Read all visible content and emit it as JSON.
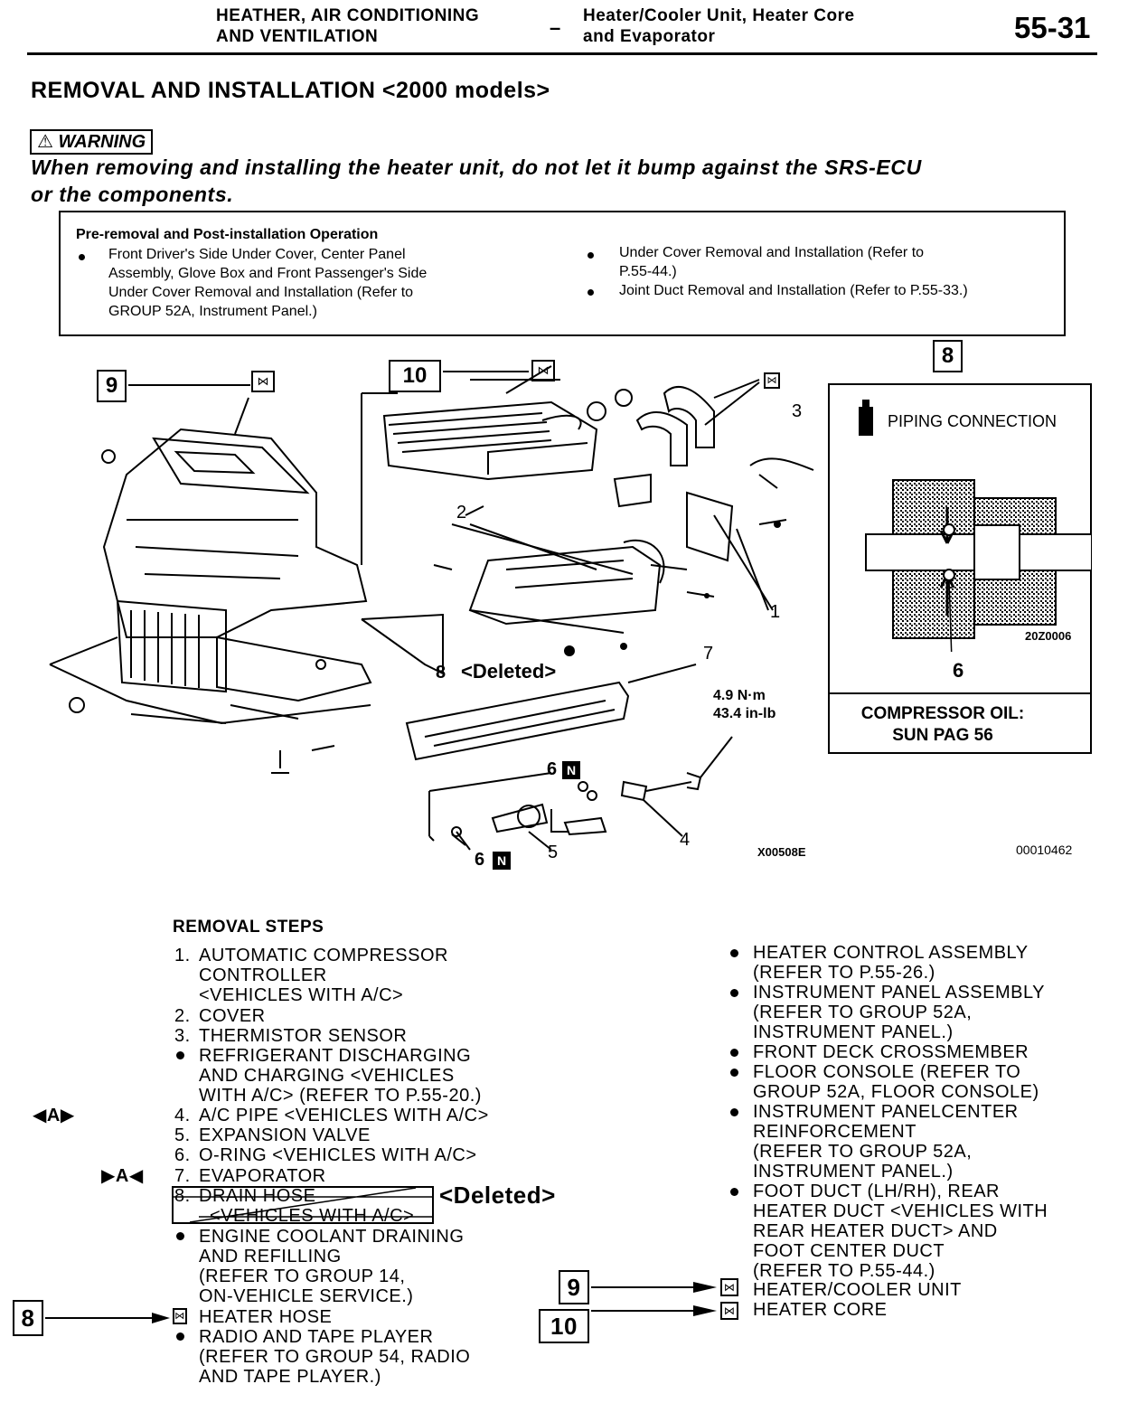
{
  "header": {
    "section_line1": "HEATHER, AIR CONDITIONING",
    "section_line2": "AND VENTILATION",
    "dash": "–",
    "topic_line1": "Heater/Cooler Unit, Heater Core",
    "topic_line2": "and Evaporator",
    "page_number": "55-31"
  },
  "title": "REMOVAL AND INSTALLATION <2000 models>",
  "warning": {
    "label": "WARNING",
    "text_line1": "When removing and installing the heater unit, do not let it bump against the SRS-ECU",
    "text_line2": "or the components."
  },
  "operation": {
    "title": "Pre-removal and Post-installation Operation",
    "left_lines": [
      "Front Driver's Side Under Cover, Center Panel",
      "Assembly, Glove Box and Front Passenger's Side",
      "Under Cover Removal and Installation (Refer to",
      "GROUP 52A, Instrument Panel.)"
    ],
    "right_item1_lines": [
      "Under Cover Removal and Installation (Refer to",
      "P.55-44.)"
    ],
    "right_item2": "Joint Duct Removal and Installation (Refer to P.55-33.)"
  },
  "diagram": {
    "callouts": [
      "9",
      "10",
      "8"
    ],
    "part_numbers": [
      "1",
      "2",
      "3",
      "4",
      "5",
      "6",
      "7"
    ],
    "deleted_note": "<Deleted>",
    "torque_line1": "4.9 N·m",
    "torque_line2": "43.4 in-lb",
    "n_mark": "N",
    "six": "6",
    "eight": "8",
    "fig_code": "X00508E",
    "fig_number": "00010462"
  },
  "inset": {
    "title": "PIPING CONNECTION",
    "code": "20Z0006",
    "number": "6",
    "oil_line1": "COMPRESSOR OIL:",
    "oil_line2": "SUN PAG 56"
  },
  "steps": {
    "heading": "REMOVAL STEPS",
    "left": [
      {
        "marker": "1.",
        "lines": [
          "AUTOMATIC COMPRESSOR",
          "CONTROLLER",
          "<VEHICLES WITH A/C>"
        ]
      },
      {
        "marker": "2.",
        "lines": [
          "COVER"
        ]
      },
      {
        "marker": "3.",
        "lines": [
          "THERMISTOR SENSOR"
        ]
      },
      {
        "marker": "•",
        "lines": [
          "REFRIGERANT DISCHARGING",
          "AND CHARGING <VEHICLES",
          "WITH A/C> (REFER TO P.55-20.)"
        ]
      },
      {
        "marker": "4.",
        "lines": [
          "A/C PIPE <VEHICLES WITH A/C>"
        ]
      },
      {
        "marker": "5.",
        "lines": [
          "EXPANSION VALVE"
        ]
      },
      {
        "marker": "6.",
        "lines": [
          "O-RING <VEHICLES WITH A/C>"
        ]
      },
      {
        "marker": "7.",
        "lines": [
          "EVAPORATOR"
        ]
      },
      {
        "marker": "8.",
        "lines": [
          "DRAIN HOSE",
          "<VEHICLES WITH A/C>"
        ]
      },
      {
        "marker": "•",
        "lines": [
          "ENGINE COOLANT DRAINING",
          "AND REFILLING",
          "(REFER TO GROUP 14,",
          "ON-VEHICLE SERVICE.)"
        ]
      },
      {
        "marker": "",
        "lines": [
          "HEATER HOSE"
        ]
      },
      {
        "marker": "•",
        "lines": [
          "RADIO AND TAPE PLAYER",
          "(REFER TO GROUP 54, RADIO",
          "AND TAPE PLAYER.)"
        ]
      }
    ],
    "right": [
      {
        "marker": "•",
        "lines": [
          "HEATER CONTROL ASSEMBLY",
          "(REFER TO P.55-26.)"
        ]
      },
      {
        "marker": "•",
        "lines": [
          "INSTRUMENT PANEL ASSEMBLY",
          "(REFER TO GROUP 52A,",
          "INSTRUMENT PANEL.)"
        ]
      },
      {
        "marker": "•",
        "lines": [
          "FRONT DECK CROSSMEMBER"
        ]
      },
      {
        "marker": "•",
        "lines": [
          "FLOOR CONSOLE (REFER TO",
          "GROUP 52A, FLOOR CONSOLE)"
        ]
      },
      {
        "marker": "•",
        "lines": [
          "INSTRUMENT PANELCENTER",
          "REINFORCEMENT",
          "(REFER TO GROUP 52A,",
          "INSTRUMENT PANEL.)"
        ]
      },
      {
        "marker": "•",
        "lines": [
          "FOOT DUCT (LH/RH), REAR",
          "HEATER DUCT <VEHICLES WITH",
          "REAR HEATER DUCT> AND",
          "FOOT CENTER DUCT",
          "(REFER TO P.55-44.)"
        ]
      },
      {
        "marker": "",
        "lines": [
          "HEATER/COOLER UNIT"
        ]
      },
      {
        "marker": "",
        "lines": [
          "HEATER CORE"
        ]
      }
    ],
    "deleted_label": "<Deleted>",
    "mark_a_left": "◀A▶",
    "mark_a_right": "▶A◀",
    "callout_8": "8",
    "callout_9": "9",
    "callout_10": "10"
  }
}
